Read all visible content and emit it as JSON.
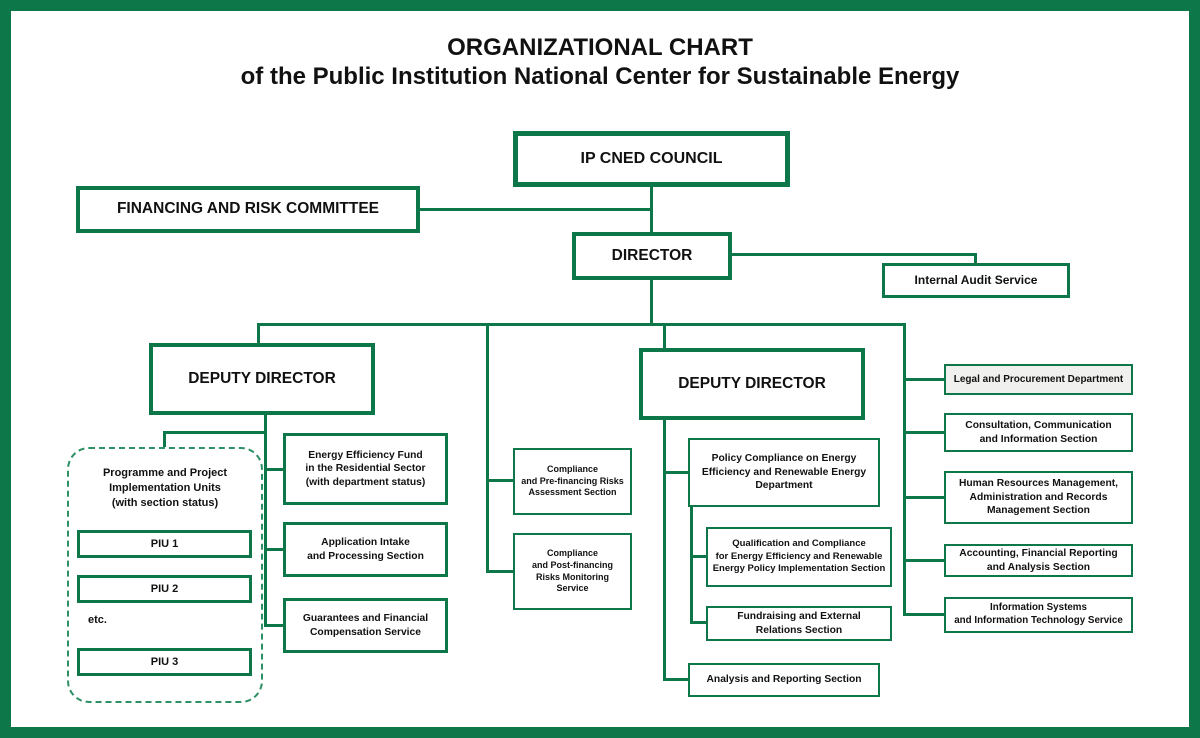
{
  "title": {
    "line1": "ORGANIZATIONAL CHART",
    "line2": "of the Public Institution National Center for Sustainable Energy"
  },
  "colors": {
    "accent_green": "#0E774A",
    "dashed_green": "#2E9065",
    "legal_box_fill": "#F0F0EE",
    "text": "#111111"
  },
  "top": {
    "council": "IP CNED COUNCIL",
    "committee": "FINANCING AND RISK COMMITTEE",
    "director": "DIRECTOR",
    "internal_audit": "Internal Audit Service"
  },
  "left_branch": {
    "deputy": "DEPUTY DIRECTOR",
    "piu_group": {
      "title": "Programme and Project\nImplementation Units\n(with section status)",
      "items": [
        "PIU 1",
        "PIU 2",
        "PIU 3"
      ],
      "etc": "etc."
    },
    "boxes": [
      "Energy Efficiency Fund\nin the Residential Sector\n(with department status)",
      "Application Intake\nand Processing Section",
      "Guarantees and Financial\nCompensation Service"
    ]
  },
  "middle_branch": {
    "boxes": [
      "Compliance\nand Pre-financing Risks\nAssessment Section",
      "Compliance\nand Post-financing\nRisks Monitoring\nService"
    ]
  },
  "right_branch": {
    "deputy": "DEPUTY DIRECTOR",
    "boxes": [
      "Policy Compliance on Energy\nEfficiency and Renewable Energy\nDepartment",
      "Qualification and Compliance\nfor Energy Efficiency and Renewable\nEnergy Policy Implementation Section",
      "Fundraising and External\nRelations Section",
      "Analysis and Reporting Section"
    ]
  },
  "admin_column": {
    "boxes": [
      "Legal and Procurement Department",
      "Consultation, Communication\nand Information Section",
      "Human Resources Management,\nAdministration and Records\nManagement Section",
      "Accounting, Financial Reporting\nand Analysis Section",
      "Information Systems\nand Information Technology Service"
    ]
  }
}
